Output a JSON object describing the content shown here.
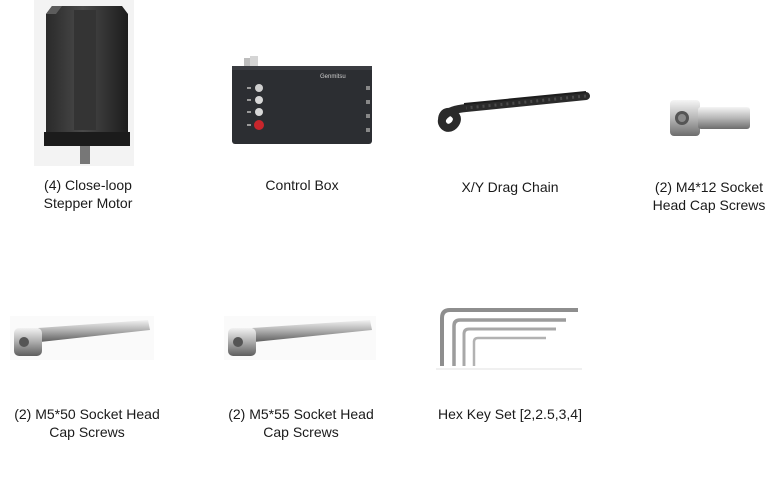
{
  "brand_label": "Genmitsu",
  "parts": [
    {
      "name": "stepper-motor",
      "icon": "stepper-motor-icon",
      "caption": "(4) Close-loop\nStepper Motor"
    },
    {
      "name": "control-box",
      "icon": "control-box-icon",
      "caption": "Control Box"
    },
    {
      "name": "drag-chain",
      "icon": "drag-chain-icon",
      "caption": "X/Y Drag Chain"
    },
    {
      "name": "m4-12-screw",
      "icon": "short-screw-icon",
      "caption": "(2) M4*12 Socket\nHead Cap Screws"
    },
    {
      "name": "m5-50-screw",
      "icon": "long-screw-icon",
      "caption": "(2) M5*50 Socket Head\nCap Screws"
    },
    {
      "name": "m5-55-screw",
      "icon": "long-screw-icon",
      "caption": "(2) M5*55 Socket Head\nCap Screws"
    },
    {
      "name": "hex-key-set",
      "icon": "hex-key-icon",
      "caption": "Hex Key Set [2,2.5,3,4]"
    }
  ]
}
